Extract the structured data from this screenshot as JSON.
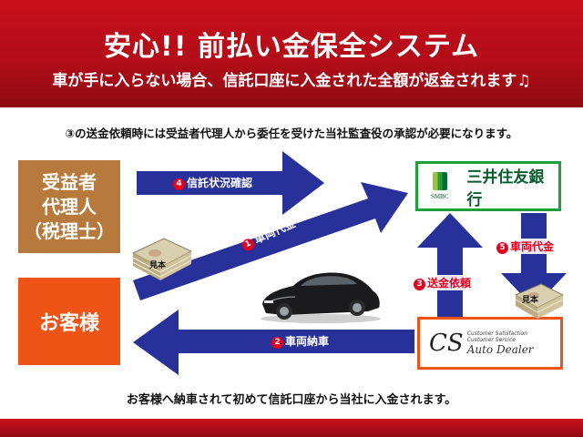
{
  "header": {
    "title": "安心!! 前払い金保全システム",
    "subtitle": "車が手に入らない場合、信託口座に入金された全額が返金されます♫"
  },
  "note_top": "③の送金依頼時には受益者代理人から委任を受けた当社監査役の承認が必要になります。",
  "note_bottom": "お客様へ納車されて初めて信託口座から当社に入金されます。",
  "boxes": {
    "trustee_line1": "受益者",
    "trustee_line2": "代理人",
    "trustee_line3": "（税理士）",
    "customer": "お客様"
  },
  "bank": {
    "logo_text": "SMBC",
    "name": "三井住友銀行"
  },
  "dealer": {
    "initials": "CS",
    "tagline1": "Customer Satisfaction",
    "tagline2": "Customer Service",
    "name": "Auto Dealer"
  },
  "steps": [
    {
      "num": "1",
      "label": "車両代金"
    },
    {
      "num": "2",
      "label": "車両納車"
    },
    {
      "num": "3",
      "label": "送金依頼"
    },
    {
      "num": "4",
      "label": "信託状況確認"
    },
    {
      "num": "5",
      "label": "車両代金"
    }
  ],
  "sample_label": "見本",
  "colors": {
    "banner": "#c8101c",
    "arrow": "#28309a",
    "trustee_box": "#b77a3c",
    "customer_box": "#ee5415",
    "bank_border": "#1f9e3a",
    "dealer_border": "#ee5415",
    "step_label": "#e6001f"
  }
}
